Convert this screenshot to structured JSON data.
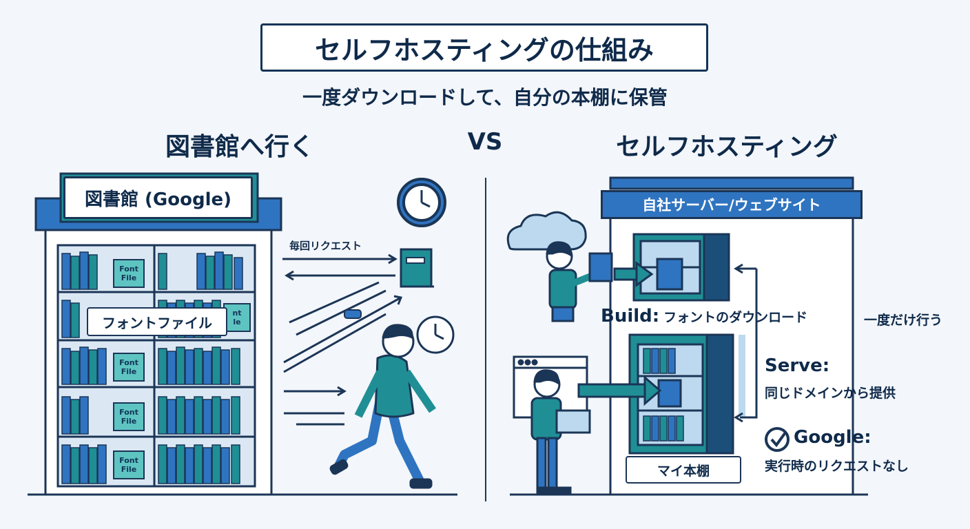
{
  "header": {
    "title": "セルフホスティングの仕組み",
    "subtitle": "一度ダウンロードして、自分の本棚に保管"
  },
  "left": {
    "heading": "図書館へ行く",
    "library_sign": "図書館 (Google)",
    "shelf_label": "フォントファイル",
    "font_file_label": "Font File",
    "font_file_partial": "nt le",
    "request_label": "毎回リクエスト"
  },
  "vs": "VS",
  "right": {
    "heading": "セルフホスティング",
    "server_sign": "自社サーバー/ウェブサイト",
    "build_key": "Build:",
    "build_text": "フォントのダウンロード",
    "once_text": "一度だけ行う",
    "serve_key": "Serve:",
    "serve_text": "同じドメインから提供",
    "google_key": "Google:",
    "google_text": "実行時のリクエストなし",
    "shelf_label": "マイ本棚"
  },
  "colors": {
    "navy": "#1b3556",
    "blue": "#2f74c0",
    "teal": "#1f8f95",
    "light_blue": "#bcd9ef",
    "background": "#f3f6fa"
  }
}
